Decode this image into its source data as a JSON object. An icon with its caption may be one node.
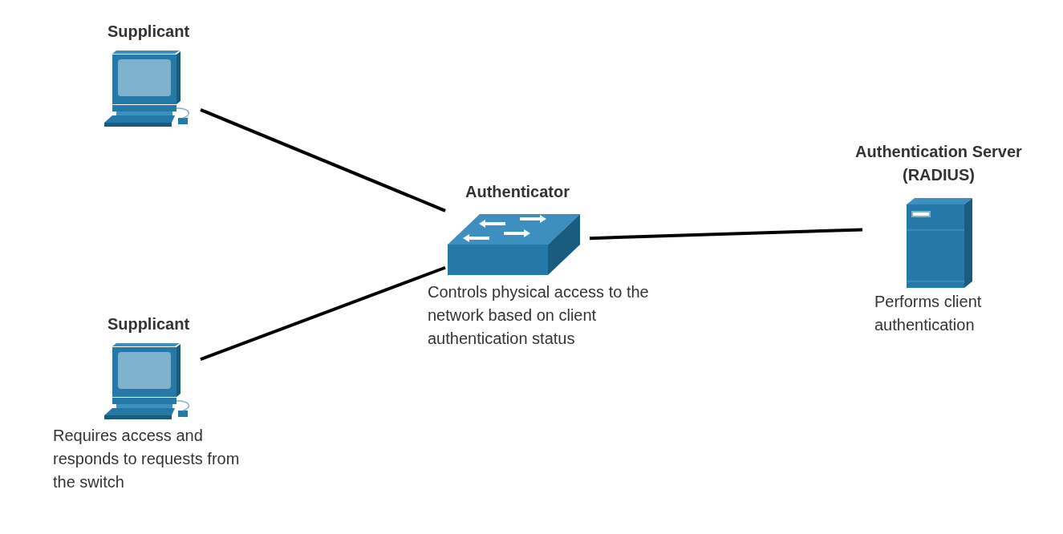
{
  "diagram": {
    "nodes": [
      {
        "text": [
          "Supplicant"
        ]
      },
      {
        "text": [
          "Supplicant"
        ],
        "beside": [
          "Requires access and responds to requests from the switch"
        ]
      },
      {
        "text": [
          "Authenticator"
        ],
        "beside": [
          "Controls physical access to the network based on client authentication status"
        ]
      },
      {
        "text": [
          "Authentication Server (RADIUS)"
        ],
        "beside": [
          "Performs client authentication"
        ]
      }
    ],
    "edges": [
      {
        "from": 0,
        "to": 2,
        "arrow": "none"
      },
      {
        "from": 1,
        "to": 2,
        "arrow": "none"
      },
      {
        "from": 2,
        "to": 3,
        "arrow": "none"
      }
    ]
  }
}
